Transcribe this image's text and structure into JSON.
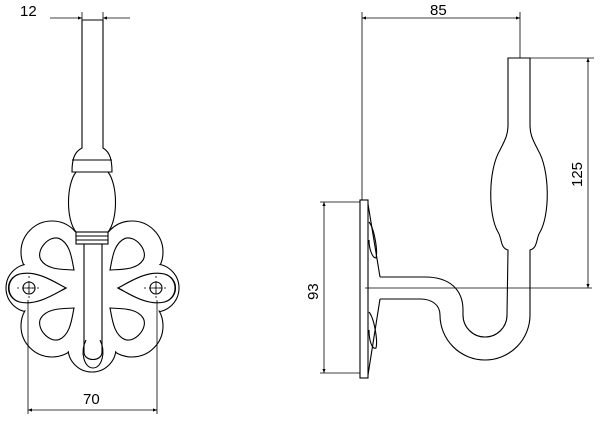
{
  "dimensions": {
    "front_rod_width": "12",
    "front_plate_width": "70",
    "side_projection": "85",
    "side_height_above_arm": "125",
    "side_plate_height": "93"
  },
  "colors": {
    "line": "#000000",
    "background": "#ffffff"
  }
}
